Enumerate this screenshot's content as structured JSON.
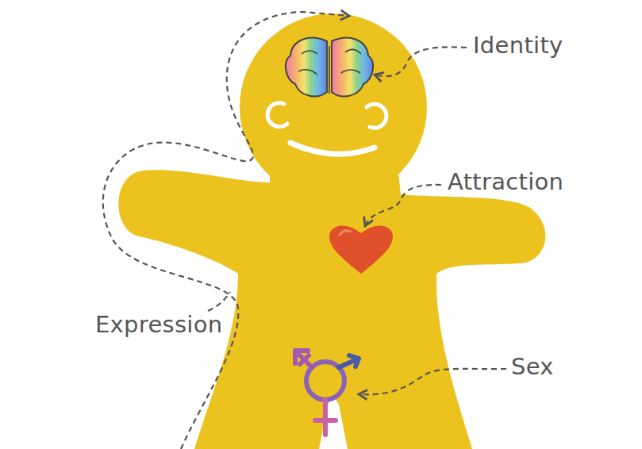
{
  "diagram": {
    "labels": [
      "Identity",
      "Attraction",
      "Expression",
      "Sex"
    ]
  }
}
